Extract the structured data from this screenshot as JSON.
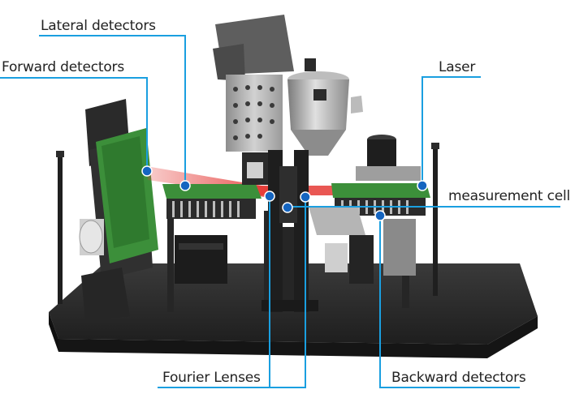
{
  "labels": {
    "lateral_detectors": "Lateral detectors",
    "forward_detectors": "Forward detectors",
    "laser": "Laser",
    "measurement_cell": "measurement cell",
    "fourier_lenses": "Fourier Lenses",
    "backward_detectors": "Backward detectors"
  },
  "colors": {
    "callout_line": "#1a9fe0",
    "callout_dot": "#1565c0",
    "laser_beam": "#e53935",
    "pcb_green": "#3c8f3a",
    "metal_dark": "#2b2b2b"
  }
}
